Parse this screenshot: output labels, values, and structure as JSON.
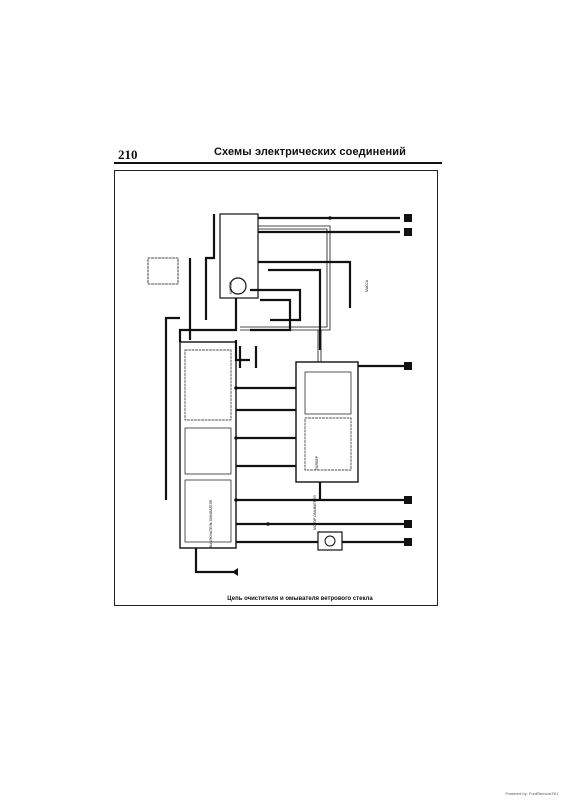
{
  "header": {
    "page_number": "210",
    "title": "Схемы электрических соединений"
  },
  "diagram": {
    "caption": "Цепь очистителя и омывателя ветрового стекла",
    "labels": {
      "motor": "МОТОР",
      "washer_switch": "ВЫКЛЮЧАТЕЛЬ ОМЫВАТЕЛЯ",
      "timer": "ТАЙМЕР",
      "washer_motor": "МОТОР ОМЫВАТЕЛЯ",
      "ground": "МАССА"
    }
  },
  "footer": {
    "credit": "Powered by: FordRemont.RU"
  }
}
